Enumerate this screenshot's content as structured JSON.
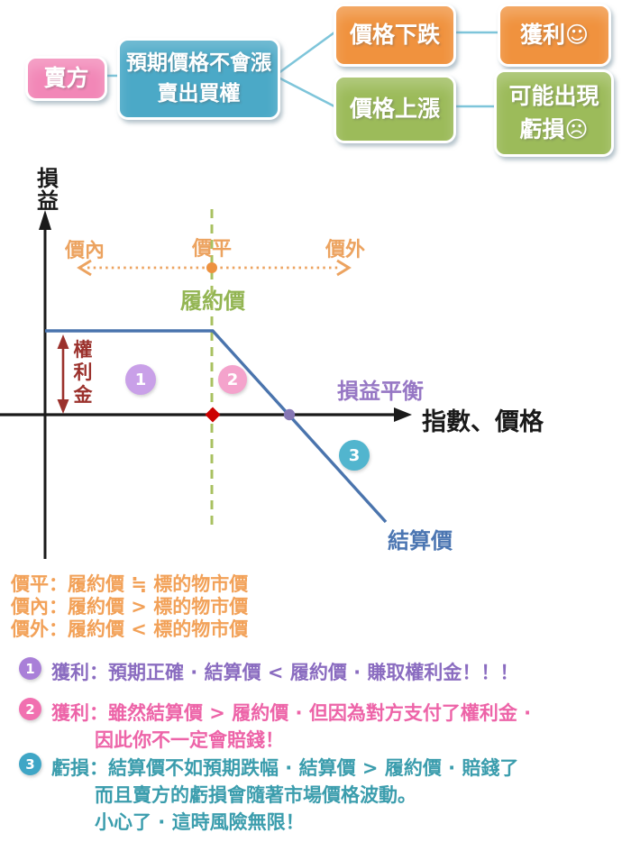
{
  "flowchart": {
    "seller": "賣方",
    "expect_line1": "預期價格不會漲",
    "expect_line2": "賣出買權",
    "price_down": "價格下跌",
    "profit": "獲利☺",
    "price_up": "價格上漲",
    "loss_line1": "可能出現",
    "loss_line2": "虧損☹",
    "colors": {
      "seller_bg": "#F287B7",
      "expect_bg": "#4BA9C7",
      "down_branch_bg": "#F0923E",
      "up_branch_bg": "#9CBB5A",
      "connector": "#7EC5DA"
    }
  },
  "payoff_chart": {
    "type": "line",
    "y_axis_label": "損益",
    "x_axis_label": "指數、價格",
    "in_the_money_label": "價內",
    "at_the_money_label": "價平",
    "out_of_money_label": "價外",
    "strike_label": "履約價",
    "premium_label": "權利金",
    "breakeven_label": "損益平衡",
    "settlement_label": "結算價",
    "zone1": "1",
    "zone2": "2",
    "zone3": "3",
    "shape": "履約價左側為固定權利金之正損益水平線，過履約價後線性下跌，穿越損益平衡點進入無限虧損區",
    "colors": {
      "payoff_line": "#4A74AD",
      "axis": "#1A1A1A",
      "strike_dashed": "#A9C161",
      "moneyness_text": "#ECA360",
      "strike_text": "#93B553",
      "premium_text": "#9B312C",
      "breakeven_text": "#9677C4",
      "breakeven_dot": "#8677B5",
      "strike_dot": "#CC0000",
      "settlement_text": "#4C76B2",
      "zone1_bg": "#C9A0E8",
      "zone2_bg": "#F4A3CC",
      "zone3_bg": "#52B5CE"
    }
  },
  "definitions": {
    "line1": "價平：履約價 ≒ 標的物市價",
    "line2": "價內：履約價 > 標的物市價",
    "line3": "價外：履約價 < 標的物市價"
  },
  "notes": {
    "n1": {
      "num": "1",
      "badge_color": "#A97FD8",
      "text_color": "#8A6CC0",
      "line1": "獲利：預期正確 · 結算價 < 履約價 · 賺取權利金！！！"
    },
    "n2": {
      "num": "2",
      "badge_color": "#F170B0",
      "text_color": "#ED64A8",
      "line1": "獲利：雖然結算價 > 履約價 · 但因為對方支付了權利金 ·",
      "line2": "因此你不一定會賠錢！"
    },
    "n3": {
      "num": "3",
      "badge_color": "#3FA6C6",
      "text_color": "#3B9DAD",
      "line1": "虧損：結算價不如預期跌幅 · 結算價 > 履約價 · 賠錢了",
      "line2": "而且賣方的虧損會隨著市場價格波動。",
      "line3": "小心了 · 這時風險無限！"
    }
  }
}
